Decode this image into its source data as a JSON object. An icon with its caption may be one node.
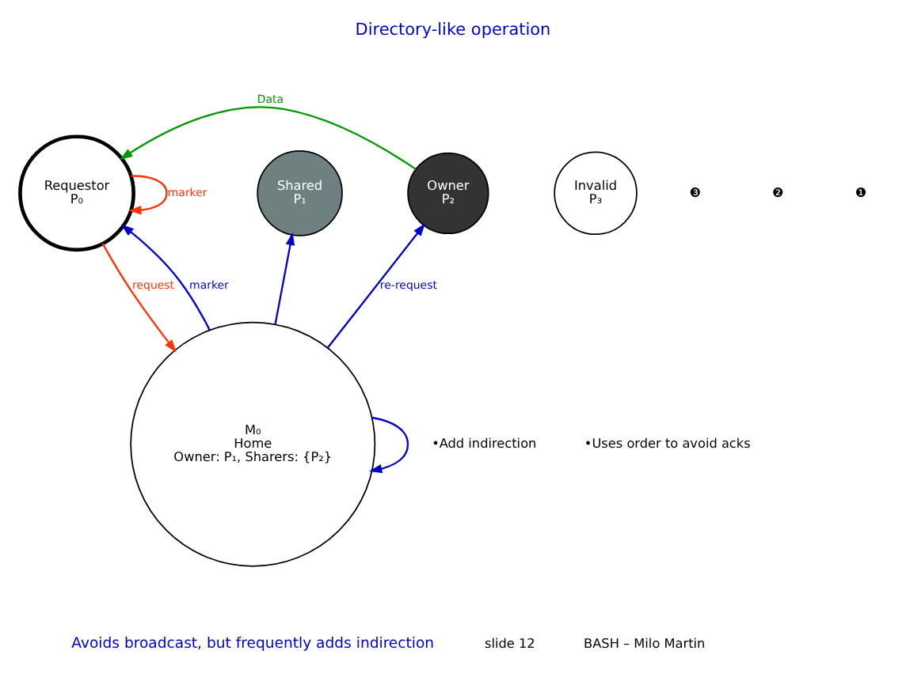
{
  "diagram": {
    "title": "Directory-like operation",
    "caption": "Avoids broadcast, but frequently adds indirection",
    "nodes": [
      {
        "text": [
          "Requestor",
          "P₀"
        ]
      },
      {
        "text": [
          "Shared",
          "P₁"
        ]
      },
      {
        "text": [
          "Owner",
          "P₂"
        ]
      },
      {
        "text": [
          "Invalid",
          "P₃"
        ]
      },
      {
        "text": [
          "M₀",
          "Home",
          "Owner: P₁, Sharers: {P₂}"
        ]
      }
    ],
    "edges": [
      {
        "from": 0,
        "to": 4,
        "arrow": "to",
        "label": "request",
        "color": "#ff3300"
      },
      {
        "from": 0,
        "to": 0,
        "arrow": "to",
        "label": "marker",
        "color": "#ff3300"
      },
      {
        "from": 4,
        "to": 0,
        "arrow": "to",
        "label": "marker",
        "color": "#0000cc"
      },
      {
        "from": 4,
        "to": 1,
        "arrow": "to",
        "color": "#0000cc"
      },
      {
        "from": 4,
        "to": 2,
        "arrow": "to",
        "label": "re-request",
        "color": "#0000cc"
      },
      {
        "from": 4,
        "to": 4,
        "arrow": "to",
        "color": "#0000cc"
      },
      {
        "from": 2,
        "to": 0,
        "arrow": "to",
        "label": "Data",
        "color": "#009900"
      }
    ],
    "labels": [
      "❸",
      "❷",
      "❶",
      "•Add indirection",
      "•Uses order to avoid acks",
      "slide 12",
      "BASH – Milo Martin"
    ]
  }
}
